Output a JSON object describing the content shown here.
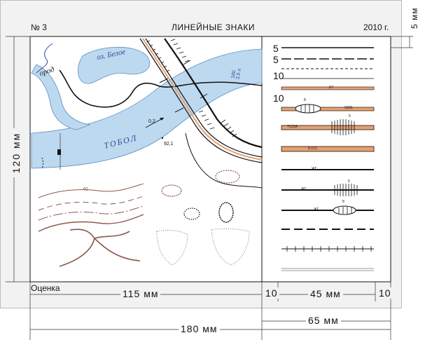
{
  "header": {
    "number": "№ 3",
    "title": "ЛИНЕЙНЫЕ ЗНАКИ",
    "year": "2010 г."
  },
  "footer": {
    "evaluation_label": "Оценка"
  },
  "dimensions": {
    "left_width": "115 мм",
    "sheet_width": "180 мм",
    "right_panel_width": "65 мм",
    "legend_width": "45 мм",
    "margin_left": "10",
    "margin_right": "10",
    "sheet_height": "120 мм",
    "top_margin": "5 мм"
  },
  "map_labels": {
    "lake": "оз. Белое",
    "river": "ТОБОЛ",
    "town": "ород",
    "river_width": "180\n3,5 п",
    "river_speed": "0,2",
    "water_level": "92,1",
    "contour_value": "40"
  },
  "legend_numbers": {
    "line1": "5",
    "line2": "5",
    "line3": "10",
    "line4": "10"
  },
  "legend_marks": {
    "road1": "8 Г",
    "road2": "5(9)5",
    "road3": "7(12)А",
    "road3_bridge": "5",
    "road4": "8 (21)",
    "rail1": "ЖГ",
    "rail2": "ЖГ",
    "rail2_bridge": "5",
    "rail3": "ЖГ",
    "rail3_bridge": "8",
    "ellipse_top": "8"
  },
  "colors": {
    "river": "#bdd9f0",
    "road_fill": "#e8a070",
    "background": "#f2f2f2",
    "line": "#111111"
  }
}
